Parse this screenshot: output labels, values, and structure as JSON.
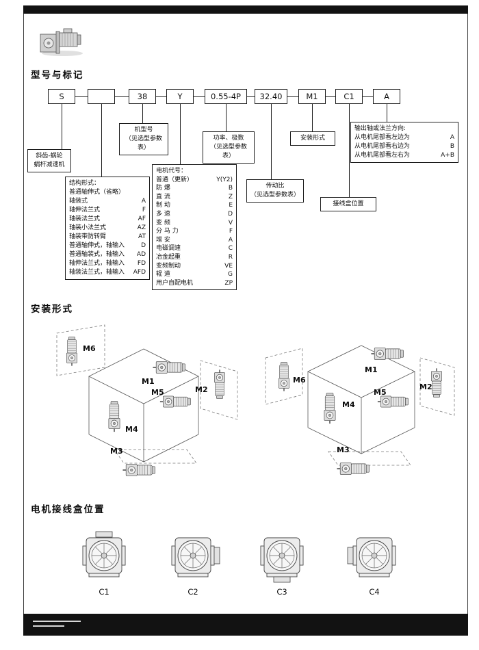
{
  "sections": {
    "model_title": "型号与标记",
    "mounting_title": "安装形式",
    "terminal_title": "电机接线盒位置"
  },
  "model_code": {
    "boxes": [
      "S",
      "",
      "38",
      "Y",
      "0.55-4P",
      "32.40",
      "M1",
      "C1",
      "A"
    ]
  },
  "callouts": {
    "reducer_type": [
      "斜齿-蜗轮",
      "蜗杆减速机"
    ],
    "frame_size": [
      "机型号",
      "（见选型参数表）"
    ],
    "power_poles": [
      "功率、极数",
      "（见选型参数表）"
    ],
    "ratio": [
      "传动比",
      "（见选型参数表）"
    ],
    "mounting": "安装形式",
    "terminal_box": "接线盒位置",
    "direction": {
      "title": "输出轴或法兰方向:",
      "rows": [
        {
          "label": "从电机尾部看左边为",
          "code": "A"
        },
        {
          "label": "从电机尾部看右边为",
          "code": "B"
        },
        {
          "label": "从电机尾部看左右为",
          "code": "A+B"
        }
      ]
    },
    "structure": {
      "title": "结构形式：",
      "rows": [
        {
          "label": "普通轴伸式（省略）",
          "code": ""
        },
        {
          "label": "轴装式",
          "code": "A"
        },
        {
          "label": "轴伸法兰式",
          "code": "F"
        },
        {
          "label": "轴装法兰式",
          "code": "AF"
        },
        {
          "label": "轴装小法兰式",
          "code": "AZ"
        },
        {
          "label": "轴装带防转臂",
          "code": "AT"
        },
        {
          "label": "普通轴伸式，轴输入",
          "code": "D"
        },
        {
          "label": "普通轴装式，轴输入",
          "code": "AD"
        },
        {
          "label": "轴伸法兰式，轴输入",
          "code": "FD"
        },
        {
          "label": "轴装法兰式，轴输入",
          "code": "AFD"
        }
      ]
    },
    "motor_code": {
      "title": "电机代号：",
      "rows": [
        {
          "label": "普通（更新）",
          "code": "Y(Y2)"
        },
        {
          "label": "防 爆",
          "code": "B"
        },
        {
          "label": "直 流",
          "code": "Z"
        },
        {
          "label": "制 动",
          "code": "E"
        },
        {
          "label": "多 速",
          "code": "D"
        },
        {
          "label": "变 频",
          "code": "V"
        },
        {
          "label": "分 马 力",
          "code": "F"
        },
        {
          "label": "增 安",
          "code": "A"
        },
        {
          "label": "电磁调速",
          "code": "C"
        },
        {
          "label": "冶金起重",
          "code": "R"
        },
        {
          "label": "变频制动",
          "code": "VE"
        },
        {
          "label": "辊 道",
          "code": "G"
        },
        {
          "label": "用户自配电机",
          "code": "ZP"
        }
      ]
    }
  },
  "mounting_labels": [
    "M1",
    "M2",
    "M3",
    "M4",
    "M5",
    "M6"
  ],
  "terminal_positions": [
    "C1",
    "C2",
    "C3",
    "C4"
  ]
}
